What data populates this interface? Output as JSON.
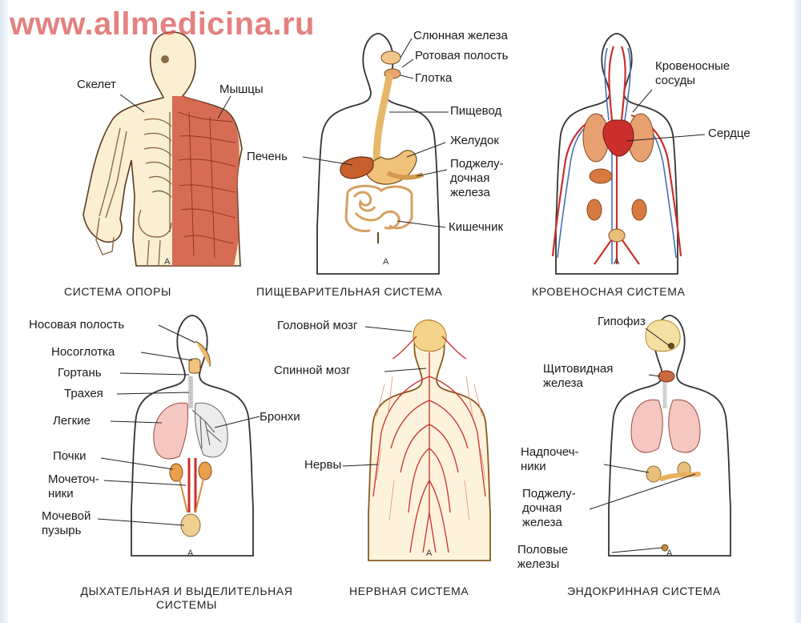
{
  "watermark": "www.allmedicina.ru",
  "panels": {
    "support": {
      "caption": "СИСТЕМА ОПОРЫ",
      "labels": {
        "skeleton": "Скелет",
        "muscles": "Мышцы"
      }
    },
    "digestive": {
      "caption": "ПИЩЕВАРИТЕЛЬНАЯ СИСТЕМА",
      "labels": {
        "salivary": "Слюнная железа",
        "oral": "Ротовая полость",
        "pharynx": "Глотка",
        "esophagus": "Пищевод",
        "liver": "Печень",
        "stomach": "Желудок",
        "pancreas": "Поджелу-\nдочная\nжелеза",
        "intestine": "Кишечник"
      }
    },
    "circulatory": {
      "caption": "КРОВЕНОСНАЯ СИСТЕМА",
      "labels": {
        "vessels": "Кровеносные\nсосуды",
        "heart": "Сердце"
      }
    },
    "respiratory": {
      "caption": "ДЫХАТЕЛЬНАЯ И ВЫДЕЛИТЕЛЬНАЯ\nСИСТЕМЫ",
      "labels": {
        "nasal": "Носовая полость",
        "nasopharynx": "Носоглотка",
        "larynx": "Гортань",
        "trachea": "Трахея",
        "lungs": "Легкие",
        "bronchi": "Бронхи",
        "kidneys": "Почки",
        "ureters": "Мочеточ-\nники",
        "bladder": "Мочевой\nпузырь"
      }
    },
    "nervous": {
      "caption": "НЕРВНАЯ СИСТЕМА",
      "labels": {
        "brain": "Головной мозг",
        "spinal": "Спинной мозг",
        "nerves": "Нервы"
      }
    },
    "endocrine": {
      "caption": "ЭНДОКРИННАЯ СИСТЕМА",
      "labels": {
        "pituitary": "Гипофиз",
        "thyroid": "Щитовидная\nжелеза",
        "adrenal": "Надпочеч-\nники",
        "pancreas": "Поджелу-\nдочная\nжелеза",
        "gonads": "Половые\nжелезы"
      }
    }
  }
}
